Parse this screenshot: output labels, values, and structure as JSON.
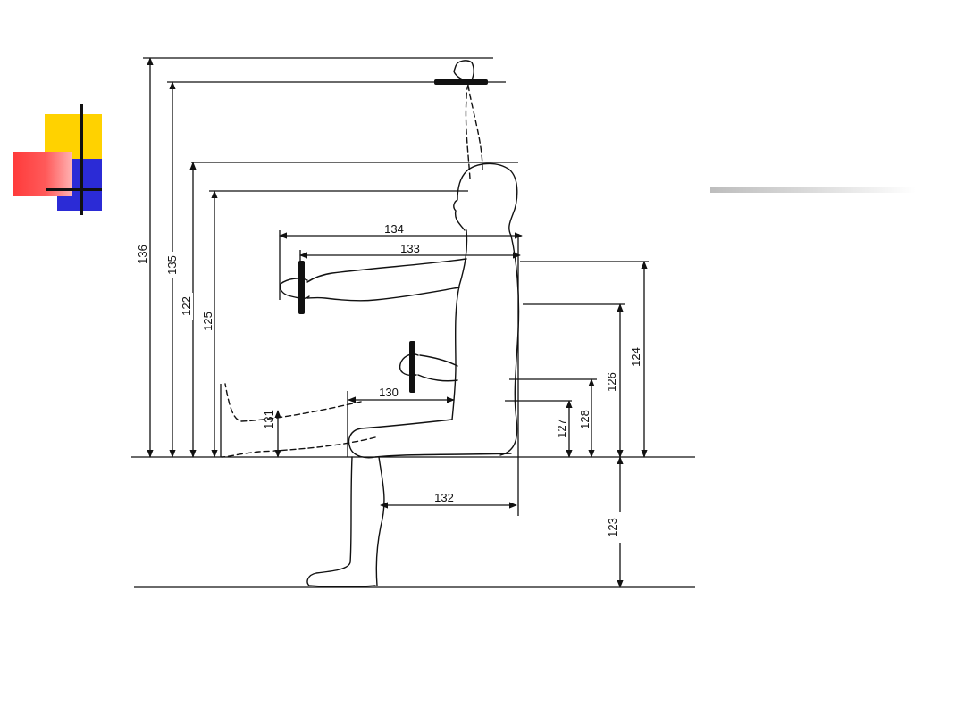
{
  "colors": {
    "accent_yellow": "#ffd200",
    "accent_blue": "#2b2bd6",
    "accent_red": "#ff3b3b",
    "line": "#111111"
  },
  "dimensions": {
    "d136": "136",
    "d135": "135",
    "d122": "122",
    "d125": "125",
    "d134": "134",
    "d133": "133",
    "d131": "131",
    "d130": "130",
    "d127": "127",
    "d128": "128",
    "d126": "126",
    "d124": "124",
    "d132": "132",
    "d123": "123"
  }
}
